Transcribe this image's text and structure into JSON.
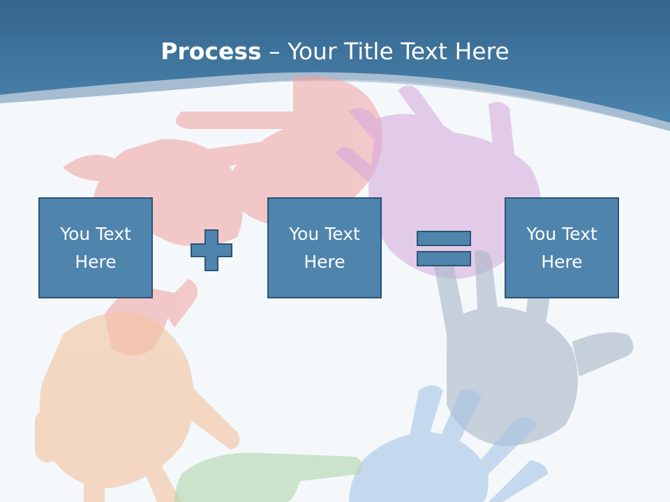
{
  "slide": {
    "title_bold": "Process",
    "title_rest": " – Your Title Text Here",
    "box1_text": "You Text Here",
    "box2_text": "You Text Here",
    "box3_text": "You Text Here",
    "operators": [
      "plus-icon",
      "equals-icon"
    ]
  },
  "colors": {
    "header_top": "#3a6d93",
    "header_bottom": "#4d86b0",
    "box_fill": "#4f84ad",
    "box_border": "#2d5475",
    "background": "#f4f8fb"
  }
}
